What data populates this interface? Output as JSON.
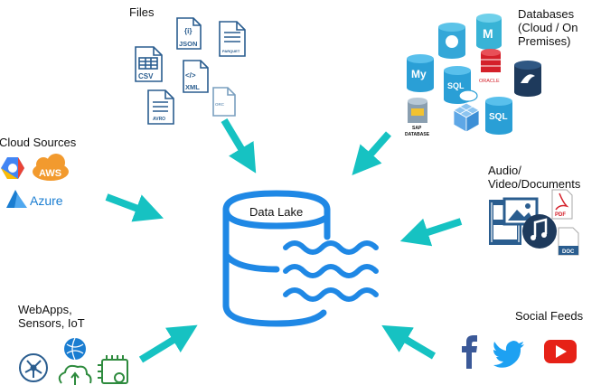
{
  "labels": {
    "files": "Files",
    "databases": [
      "Databases",
      "(Cloud / On",
      "Premises)"
    ],
    "cloud_sources": "Cloud Sources",
    "audio_video": [
      "Audio/",
      "Video/Documents"
    ],
    "webapps": [
      "WebApps,",
      "Sensors, IoT"
    ],
    "social_feeds": "Social Feeds",
    "center": "Data Lake"
  },
  "file_types": [
    "JSON",
    "PARQUET",
    "CSV",
    "XML",
    "AVRO",
    "ORC"
  ],
  "db_labels": {
    "mysql": "My",
    "sql1": "SQL",
    "sql2": "SQL",
    "oracle": "ORACLE",
    "sap": [
      "SAP",
      "DATABASE"
    ]
  },
  "cloud_labels": {
    "aws": "AWS",
    "azure": "Azure"
  },
  "doc_labels": {
    "pdf": "PDF",
    "doc": "DOC"
  },
  "colors": {
    "arrow": "#16c2c2",
    "lake_blue": "#1f88e5",
    "icon_navy": "#2a5d8f",
    "aws_orange": "#f29a2e",
    "azure_blue": "#1a7dd1",
    "facebook": "#3b5998",
    "twitter": "#1da1f2",
    "youtube": "#e62117",
    "oracle_red": "#d4202a",
    "iot_green": "#2e8b3e"
  }
}
